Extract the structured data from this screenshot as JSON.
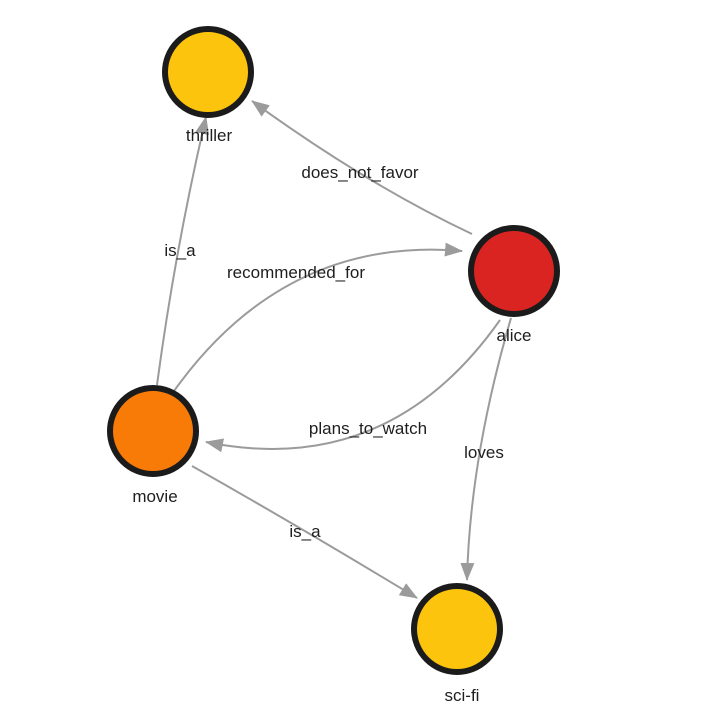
{
  "graph": {
    "background_color": "#ffffff",
    "edge_color": "#9b9b9b",
    "node_border_color": "#1b1b1b",
    "label_color": "#1e1e1e",
    "nodes": [
      {
        "id": "thriller",
        "label": "thriller",
        "color": "#fcc40d"
      },
      {
        "id": "alice",
        "label": "alice",
        "color": "#da2421"
      },
      {
        "id": "movie",
        "label": "movie",
        "color": "#f97b07"
      },
      {
        "id": "sci-fi",
        "label": "sci-fi",
        "color": "#fcc40d"
      }
    ],
    "edges": [
      {
        "from": "movie",
        "to": "thriller",
        "label": "is_a"
      },
      {
        "from": "alice",
        "to": "thriller",
        "label": "does_not_favor"
      },
      {
        "from": "movie",
        "to": "alice",
        "label": "recommended_for"
      },
      {
        "from": "alice",
        "to": "movie",
        "label": "plans_to_watch"
      },
      {
        "from": "alice",
        "to": "sci-fi",
        "label": "loves"
      },
      {
        "from": "movie",
        "to": "sci-fi",
        "label": "is_a"
      }
    ]
  }
}
